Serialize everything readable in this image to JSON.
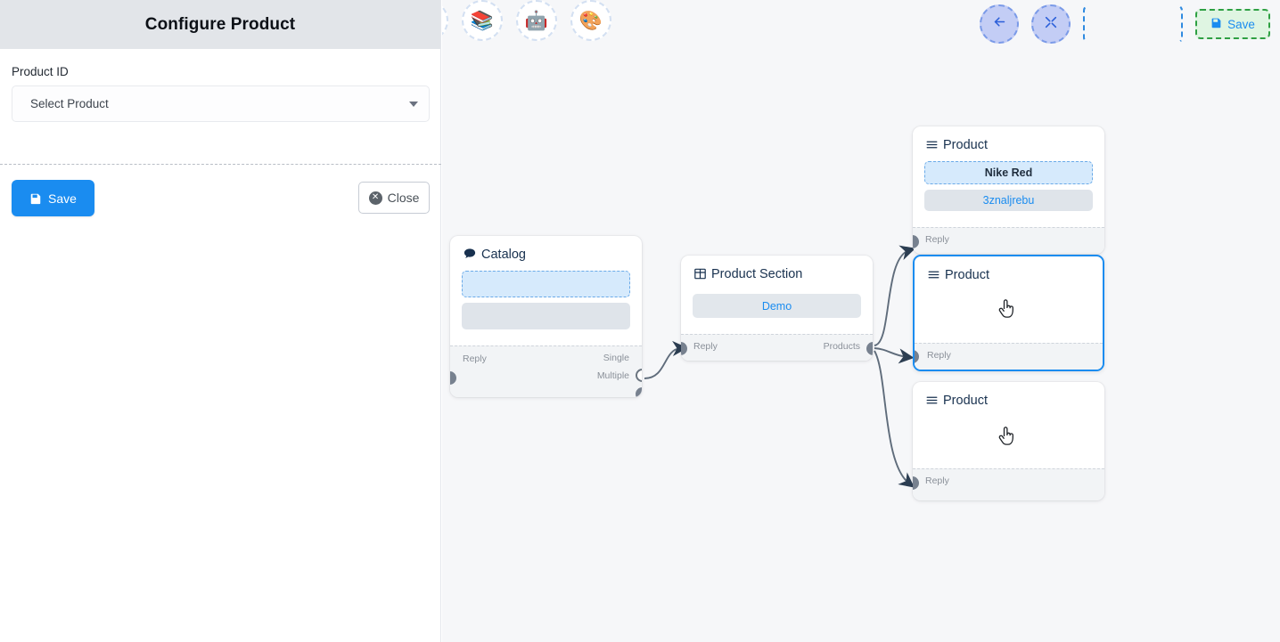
{
  "panel": {
    "title": "Configure Product",
    "field_label": "Product ID",
    "select_placeholder": "Select Product",
    "select_caret_icon": "chevron-down-icon",
    "save_label": "Save",
    "save_icon": "floppy-disk-icon",
    "close_label": "Close",
    "close_icon": "close-circle-icon"
  },
  "toolbar": {
    "left_tools": [
      {
        "name": "partial-tool",
        "glyph": "",
        "title": ""
      },
      {
        "name": "stack-tool",
        "glyph": "📚",
        "title": "Stack"
      },
      {
        "name": "bot-tool",
        "glyph": "🤖",
        "title": "Bot"
      },
      {
        "name": "palette-tool",
        "glyph": "🎨",
        "title": "Palette"
      }
    ],
    "back_icon": "arrow-left-icon",
    "fit_icon": "compress-icon",
    "slot_placeholder": "",
    "save_label": "Save",
    "save_icon": "floppy-disk-icon"
  },
  "nodes": {
    "catalog": {
      "title": "Catalog",
      "icon": "chat-bubble-icon",
      "chips": [
        "",
        ""
      ],
      "ports": {
        "in": "Reply",
        "out_single": "Single",
        "out_multiple": "Multiple"
      }
    },
    "product_section": {
      "title": "Product Section",
      "icon": "table-grid-icon",
      "chip": "Demo",
      "ports": {
        "in": "Reply",
        "out": "Products"
      }
    },
    "product_1": {
      "title": "Product",
      "icon": "list-lines-icon",
      "chip_selected": "Nike Red",
      "chip_secondary": "3znaljrebu",
      "ports": {
        "in": "Reply"
      }
    },
    "product_2": {
      "title": "Product",
      "icon": "list-lines-icon",
      "ports": {
        "in": "Reply"
      },
      "selected": true
    },
    "product_3": {
      "title": "Product",
      "icon": "list-lines-icon",
      "ports": {
        "in": "Reply"
      }
    }
  },
  "colors": {
    "primary_blue": "#1a8cf0",
    "panel_header": "#e2e5e9",
    "canvas_bg": "#f6f7f9",
    "save_green_bg": "#dff5e2",
    "save_green_border": "#2ea043",
    "edge": "#5f6c7b",
    "port": "#77818f"
  }
}
